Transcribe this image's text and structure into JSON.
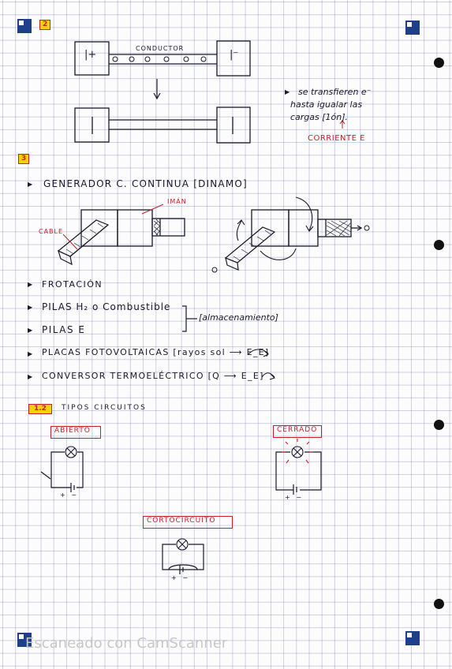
{
  "sections": {
    "s2_num": "2",
    "s3_num": "3",
    "s12_num": "1.2"
  },
  "diagram1": {
    "conductor_label": "CONDUCTOR",
    "left_plate": "|+",
    "right_plate": "|⁻",
    "note_line1": "se transfieren e⁻",
    "note_line2": "hasta igualar las",
    "note_line3": "cargas [1ón].",
    "current_label": "CORRIENTE E"
  },
  "generator": {
    "heading": "GENERADOR C. CONTINUA [DINAMO]",
    "iman_label": "IMÁN",
    "cable_label": "CABLE"
  },
  "list": [
    "FROTACIÓN",
    "PILAS H₂ o Combustible",
    "PILAS E",
    "PLACAS FOTOVOLTAICAS [rayos sol ⟶ E_E]",
    "CONVERSOR TERMOELÉCTRICO [Q ⟶ E_E]"
  ],
  "bracket_note": "[almacenamiento]",
  "circuits": {
    "title": "TIPOS CIRCUITOS",
    "open": "ABIERTO",
    "closed": "CERRADO",
    "short": "CORTOCIRCUITO"
  },
  "watermark": "Escaneado con CamScanner",
  "colors": {
    "ink": "#1a1a2a",
    "red": "#c8202a",
    "grid": "#8080b8",
    "highlight": "#f5d200",
    "brand": "#1e3f8a"
  }
}
